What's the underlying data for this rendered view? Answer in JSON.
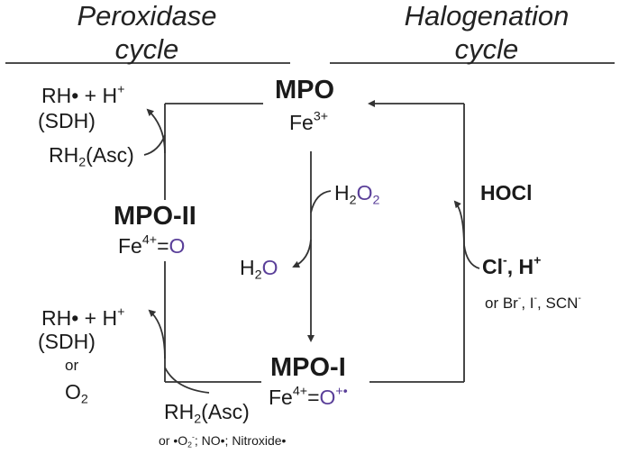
{
  "headers": {
    "peroxidase_line1": "Peroxidase",
    "peroxidase_line2": "cycle",
    "halogenation_line1": "Halogenation",
    "halogenation_line2": "cycle"
  },
  "mpo": {
    "name": "MPO",
    "iron": "Fe",
    "charge": "3+"
  },
  "mpo_ii": {
    "name": "MPO-II",
    "iron": "Fe",
    "charge": "4+",
    "bond": "=",
    "oxygen": "O"
  },
  "mpo_i": {
    "name": "MPO-I",
    "iron": "Fe",
    "charge": "4+",
    "bond": "=",
    "oxygen": "O",
    "radical": "+•"
  },
  "left_top": {
    "products": "RH• + H",
    "products_charge": "+",
    "sdh": "(SDH)",
    "substrate": "RH",
    "substrate_sub": "2",
    "substrate_tail": "(Asc)"
  },
  "left_bottom": {
    "products": "RH• + H",
    "products_charge": "+",
    "sdh": "(SDH)",
    "or": "or",
    "o2": "O",
    "o2_sub": "2"
  },
  "bottom_substrate": {
    "substrate": "RH",
    "substrate_sub": "2",
    "substrate_tail": "(Asc)",
    "alt_prefix": "or •O",
    "alt_sub": "2",
    "alt_sup": "-",
    "alt_rest": "; NO•; Nitroxide•"
  },
  "center": {
    "h2o2_h": "H",
    "h2o2_sub": "2",
    "h2o2_o": "O",
    "h2o2_osub": "2",
    "h2o_h": "H",
    "h2o_sub": "2",
    "h2o_o": "O"
  },
  "right": {
    "hocl": "HOCl",
    "cl": "Cl",
    "cl_sup": "-",
    "h": ", H",
    "h_sup": "+",
    "alt_prefix": "or Br",
    "br_sup": "-",
    "alt_i": ", I",
    "i_sup": "-",
    "alt_scn": ", SCN",
    "scn_sup": "-"
  },
  "colors": {
    "text": "#1a1a1a",
    "oxygen_accent": "#5a3f99",
    "lines": "#333333"
  }
}
